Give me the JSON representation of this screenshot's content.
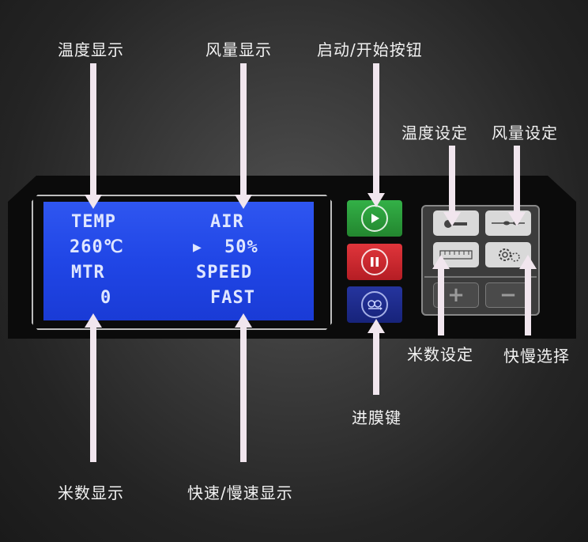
{
  "annotations": {
    "temp_display": "温度显示",
    "air_display": "风量显示",
    "start_button": "启动/开始按钮",
    "temp_setting": "温度设定",
    "air_setting": "风量设定",
    "meter_setting": "米数设定",
    "speed_select": "快慢选择",
    "film_feed_key": "进膜键",
    "meter_display": "米数显示",
    "speed_display": "快速/慢速显示"
  },
  "lcd": {
    "temp_label": "TEMP",
    "temp_value": "260℃",
    "air_label": "AIR",
    "air_marker": "▶",
    "air_value": "50%",
    "mtr_label": "MTR",
    "mtr_value": "0",
    "speed_label": "SPEED",
    "speed_value": "FAST"
  },
  "keypad": {
    "plus": "+",
    "minus": "−"
  },
  "colors": {
    "start_button": "#2a9a3a",
    "pause_button": "#c8242b",
    "feed_button": "#1c2a8a",
    "lcd_background": "#2046e6",
    "arrow": "#f1e6ee"
  }
}
